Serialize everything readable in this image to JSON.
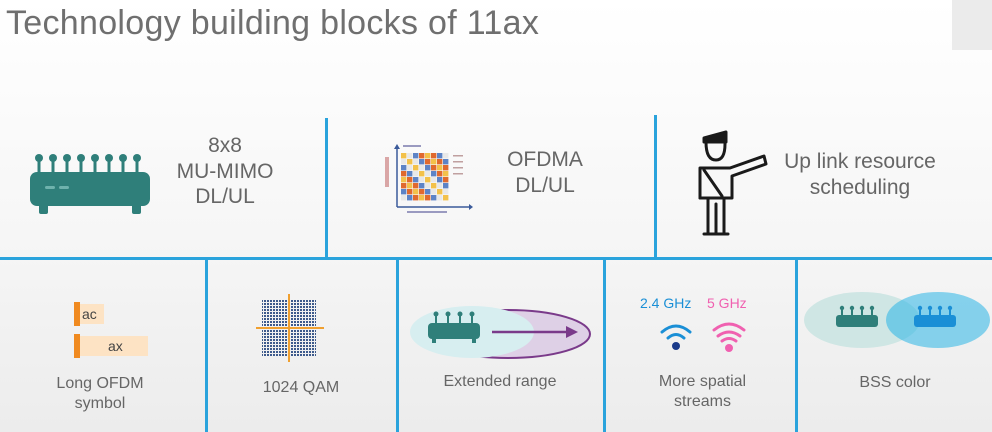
{
  "title": "Technology building blocks of 11ax",
  "blocks": {
    "mu_mimo": {
      "line1": "8x8",
      "line2": "MU-MIMO",
      "line3": "DL/UL"
    },
    "ofdma": {
      "line1": "OFDMA",
      "line2": "DL/UL"
    },
    "uplink": {
      "line1": "Up link resource",
      "line2": "scheduling"
    },
    "long_ofdm": {
      "line1": "Long OFDM",
      "line2": "symbol",
      "tag_ac": "ac",
      "tag_ax": "ax"
    },
    "qam": {
      "label": "1024 QAM"
    },
    "extended_range": {
      "label": "Extended range"
    },
    "spatial_streams": {
      "line1": "More spatial",
      "line2": "streams",
      "band_24": "2.4 GHz",
      "band_5": "5 GHz"
    },
    "bss_color": {
      "label": "BSS color"
    }
  },
  "colors": {
    "divider": "#2aa3dc",
    "router": "#2f7f7a",
    "accent_orange": "#f0a030",
    "wifi_blue": "#1a8fd6",
    "wifi_pink": "#f060b0",
    "purple": "#7a3a8a"
  },
  "icons": [
    "router-icon",
    "ofdma-grid-icon",
    "officer-icon",
    "symbol-bars-icon",
    "constellation-icon",
    "range-router-icon",
    "wifi-icon",
    "bss-color-icon"
  ]
}
